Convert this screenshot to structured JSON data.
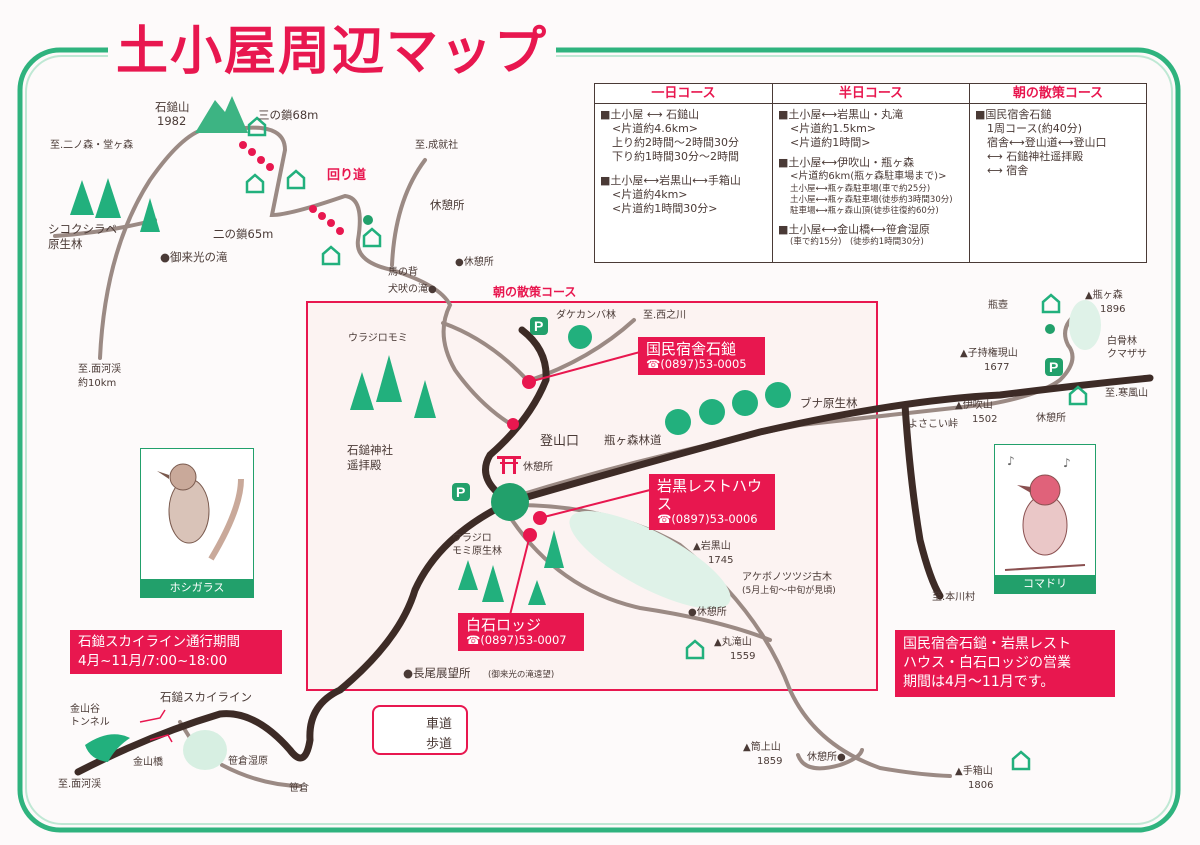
{
  "title": "土小屋周辺マップ",
  "table": {
    "c1": {
      "head": "一日コース",
      "l1": "■土小屋 ⟷ 石鎚山",
      "l2": "<片道約4.6km>",
      "l3": "上り約2時間～2時間30分",
      "l4": "下り約1時間30分～2時間",
      "l5": "■土小屋⟷岩黒山⟷手箱山",
      "l6": "<片道約4km>",
      "l7": "<片道約1時間30分>"
    },
    "c2": {
      "head": "半日コース",
      "l1": "■土小屋⟷岩黒山・丸滝",
      "l2": "<片道約1.5km>",
      "l3": "<片道約1時間>",
      "l4": "■土小屋⟷伊吹山・瓶ヶ森",
      "l5": "<片道約6km(瓶ヶ森駐車場まで)>",
      "l6": "土小屋⟷瓶ヶ森駐車場(車で約25分)",
      "l7": "土小屋⟷瓶ヶ森駐車場(徒歩約3時間30分)",
      "l8": "駐車場⟷瓶ヶ森山頂(徒歩往復約60分)",
      "l9": "■土小屋⟷金山橋⟷笹倉湿原",
      "l10": "(車で約15分)　(徒歩約1時間30分)"
    },
    "c3": {
      "head": "朝の散策コース",
      "l1": "■国民宿舎石鎚",
      "l2": "1周コース(約40分)",
      "l3": "宿舎⟷登山道⟷登山口",
      "l4": "⟷ 石鎚神社遥拝殿",
      "l5": "⟷ 宿舎"
    }
  },
  "labels": {
    "ishizuchi": "石鎚山",
    "ishizuchi_h": "1982",
    "sannokusari": "三の鎖68m",
    "ninomori": "至.二ノ森・堂ヶ森",
    "joju": "至.成就社",
    "mawari": "回り道",
    "rest1": "休憩所",
    "ninokusari": "二の鎖65m",
    "shikoku1": "シコクシラベ",
    "shikoku2": "原生林",
    "goraiko": "●御来光の滝",
    "umanose": "馬の背",
    "rest2": "●休憩所",
    "inubo": "犬吠の滝●",
    "asa": "朝の散策コース",
    "omogo1": "至.面河渓",
    "omogo2": "約10km",
    "urajiro": "ウラジロモミ",
    "dakekanba": "ダケカンバ林",
    "nishinokawa": "至.西之川",
    "tozanguchi": "登山口",
    "kamegamori_rindo": "瓶ヶ森林道",
    "buna": "ブナ原生林",
    "jinja1": "石鎚神社",
    "jinja2": "遥拝殿",
    "rest3": "休憩所",
    "urajiro2a": "ウラジロ",
    "urajiro2b": "モミ原生林",
    "iwaguro": "▲岩黒山",
    "iwaguro_h": "1745",
    "akebono1": "アケボノツツジ古木",
    "akebono2": "(5月上旬～中旬が見頃)",
    "rest4": "●休憩所",
    "marutaki": "▲丸滝山",
    "marutaki_h": "1559",
    "nagao": "●長尾展望所",
    "nagao2": "(御来光の滝遠望)",
    "kametsubo": "瓶壺",
    "kamegamori": "▲瓶ヶ森",
    "kamegamori_h": "1896",
    "hakkotsu1": "白骨林",
    "hakkotsu2": "クマザサ",
    "komochi": "▲子持権現山",
    "komochi_h": "1677",
    "ibuki": "▲伊吹山",
    "ibuki_h": "1502",
    "yosakoi": "よさこい峠",
    "rest5": "休憩所",
    "kanpu": "至.寒風山",
    "honkawa": "至.本川村",
    "kanayama_t1": "金山谷",
    "kanayama_t2": "トンネル",
    "skyline": "石鎚スカイライン",
    "kanayamabashi": "金山橋",
    "sasakura_s": "笹倉湿原",
    "omogo3": "至.面河渓",
    "sasakura": "笹倉",
    "tsutsujo": "▲筒上山",
    "tsutsujo_h": "1859",
    "rest6": "休憩所●",
    "tebako": "▲手箱山",
    "tebako_h": "1806"
  },
  "lodges": [
    {
      "name": "国民宿舎石鎚",
      "tel": "☎(0897)53-0005"
    },
    {
      "name": "岩黒レストハウス",
      "tel": "☎(0897)53-0006"
    },
    {
      "name": "白石ロッジ",
      "tel": "☎(0897)53-0007"
    }
  ],
  "notices": {
    "skyline1": "石鎚スカイライン通行期間",
    "skyline2": "4月~11月/7:00~18:00",
    "season1": "国民宿舎石鎚・岩黒レスト",
    "season2": "ハウス・白石ロッジの営業",
    "season3": "期間は4月～11月です。"
  },
  "birds": {
    "left": "ホシガラス",
    "right": "コマドリ"
  },
  "legend": {
    "road": "車道",
    "trail": "歩道"
  },
  "colors": {
    "accent": "#e8174f",
    "green": "#22b07d",
    "road": "#3d2b26",
    "trail": "#9b8a84"
  }
}
